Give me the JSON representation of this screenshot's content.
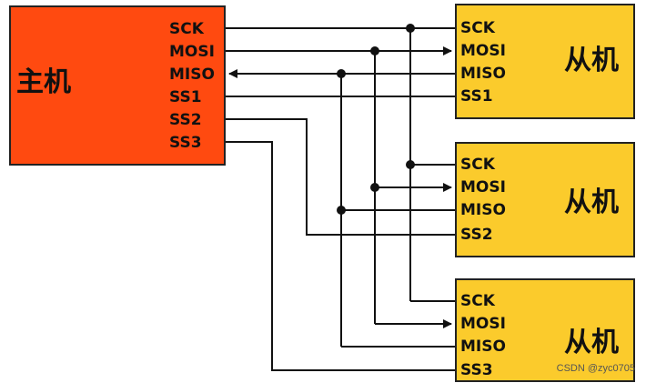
{
  "master": {
    "title": "主机",
    "pins": [
      "SCK",
      "MOSI",
      "MISO",
      "SS1",
      "SS2",
      "SS3"
    ]
  },
  "slaves": [
    {
      "title": "从机",
      "pins": [
        "SCK",
        "MOSI",
        "MISO",
        "SS1"
      ]
    },
    {
      "title": "从机",
      "pins": [
        "SCK",
        "MOSI",
        "MISO",
        "SS2"
      ]
    },
    {
      "title": "从机",
      "pins": [
        "SCK",
        "MOSI",
        "MISO",
        "SS3"
      ]
    }
  ],
  "watermark": "CSDN @zyc0705",
  "colors": {
    "master_fill": "#FF4A10",
    "slave_fill": "#FBCB2C",
    "wire": "#111111"
  }
}
